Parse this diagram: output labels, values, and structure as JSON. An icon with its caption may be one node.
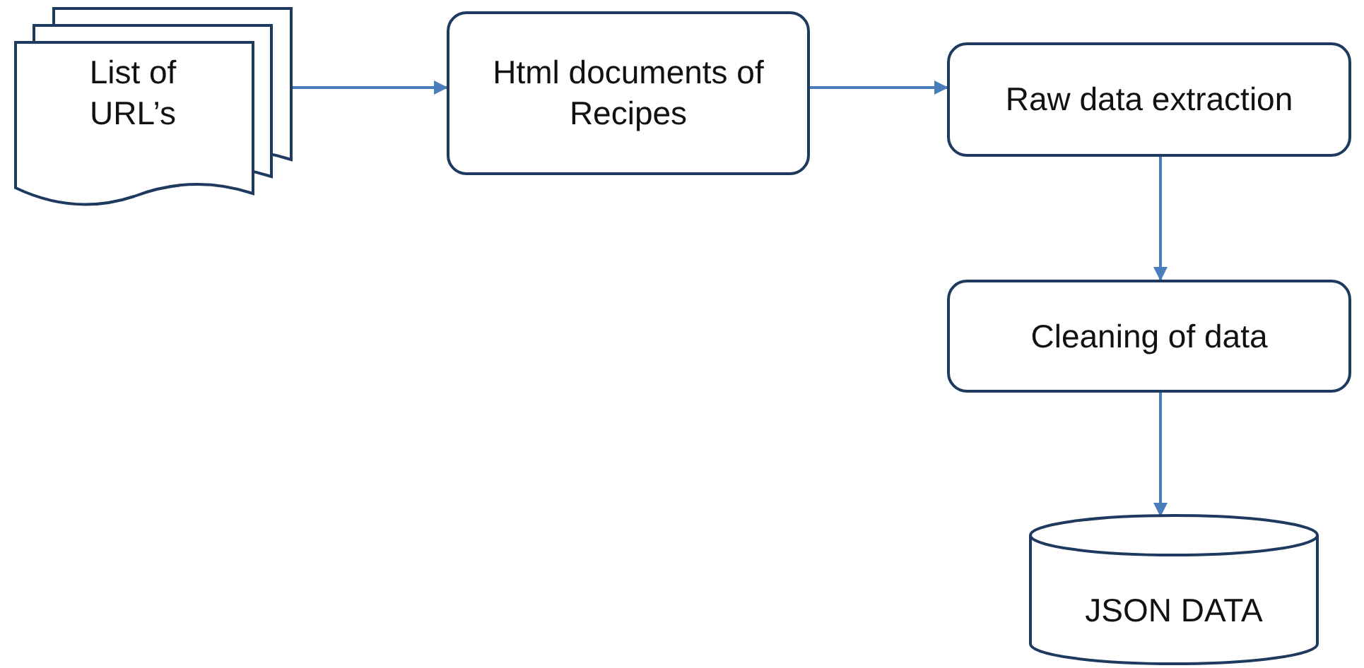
{
  "diagram": {
    "nodes": [
      {
        "text": [
          "List of URL’s"
        ]
      },
      {
        "text": [
          "Html documents of Recipes"
        ]
      },
      {
        "text": [
          "Raw data extraction"
        ]
      },
      {
        "text": [
          "Cleaning of data"
        ]
      },
      {
        "text": [
          "JSON DATA"
        ]
      }
    ],
    "edges": [
      {
        "from": 0,
        "to": 1,
        "arrow": "to"
      },
      {
        "from": 1,
        "to": 2,
        "arrow": "to"
      },
      {
        "from": 2,
        "to": 3,
        "arrow": "to"
      },
      {
        "from": 3,
        "to": 4,
        "arrow": "to"
      }
    ]
  }
}
